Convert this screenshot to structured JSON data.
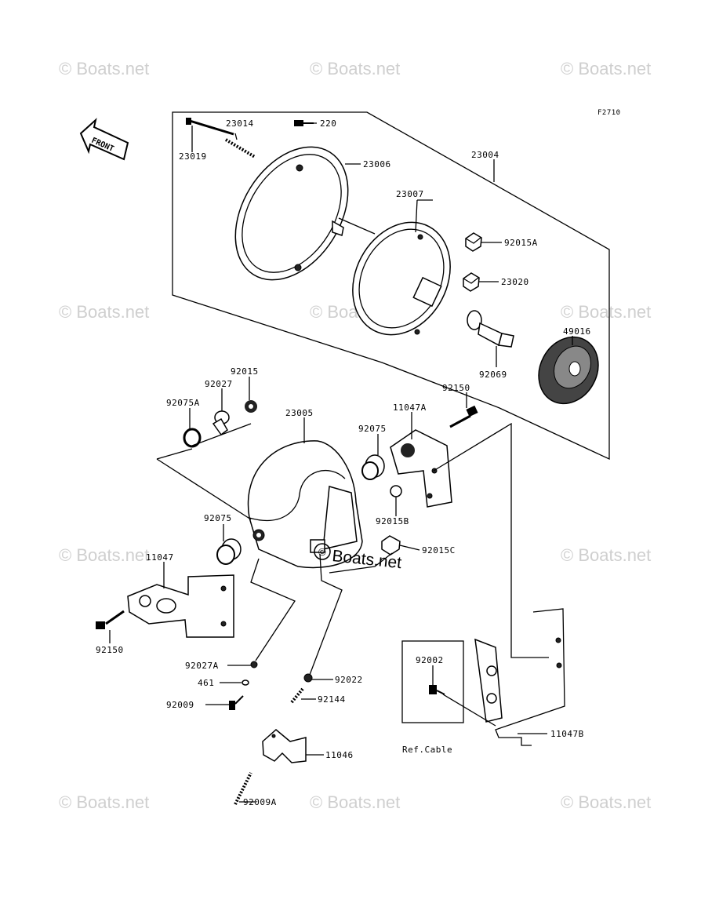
{
  "code": "F2710",
  "front_label": "FRONT",
  "overlay_watermark": "Boats.net",
  "watermark": "© Boats.net",
  "ref_cable": "Ref.Cable",
  "parts": {
    "p23014": "23014",
    "p220": "220",
    "p23019": "23019",
    "p23006": "23006",
    "p23004": "23004",
    "p23007": "23007",
    "p92015A": "92015A",
    "p23020": "23020",
    "p49016": "49016",
    "p92069": "92069",
    "p92015": "92015",
    "p92027": "92027",
    "p92075A": "92075A",
    "p23005": "23005",
    "p11047A": "11047A",
    "p92150a": "92150",
    "p92075a": "92075",
    "p92015B": "92015B",
    "p92075b": "92075",
    "p92015C": "92015C",
    "p11047": "11047",
    "p92150b": "92150",
    "p92027A": "92027A",
    "p461": "461",
    "p92022": "92022",
    "p92009": "92009",
    "p92144": "92144",
    "p92002": "92002",
    "p11047B": "11047B",
    "p11046": "11046",
    "p92009A": "92009A"
  }
}
